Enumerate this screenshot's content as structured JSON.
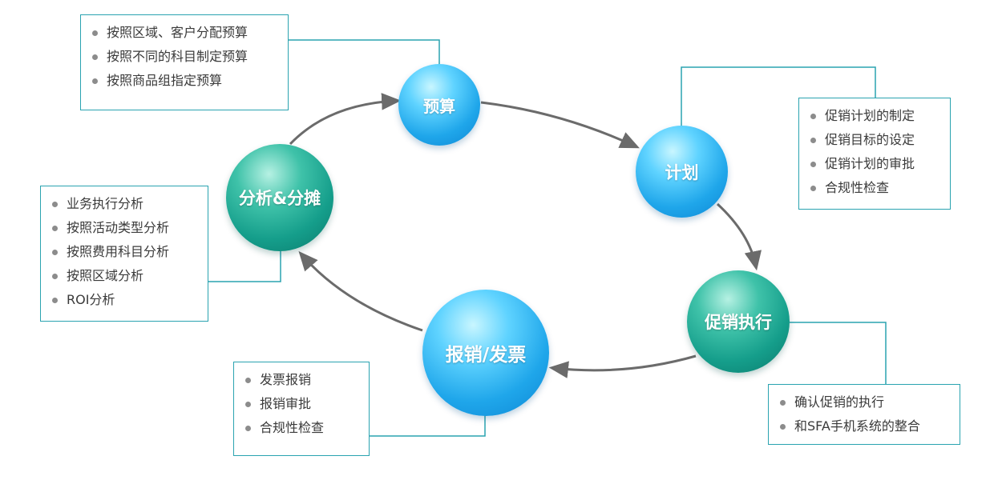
{
  "nodes": {
    "budget": "预算",
    "plan": "计划",
    "execution": "促销执行",
    "reimbursement": "报销/发票",
    "analysis": "分析&分摊"
  },
  "boxes": {
    "budget": [
      "按照区域、客户分配预算",
      "按照不同的科目制定预算",
      "按照商品组指定预算"
    ],
    "plan": [
      "促销计划的制定",
      "促销目标的设定",
      "促销计划的审批",
      "合规性检查"
    ],
    "execution": [
      "确认促销的执行",
      "和SFA手机系统的整合"
    ],
    "reimbursement": [
      "发票报销",
      "报销审批",
      "合规性检查"
    ],
    "analysis": [
      "业务执行分析",
      "按照活动类型分析",
      "按照费用科目分析",
      "按照区域分析",
      "ROI分析"
    ]
  },
  "colors": {
    "connector": "#2aa3b0",
    "arrow": "#6b6b6b",
    "node_blue": "#1fa6ea",
    "node_teal": "#159e8b"
  }
}
